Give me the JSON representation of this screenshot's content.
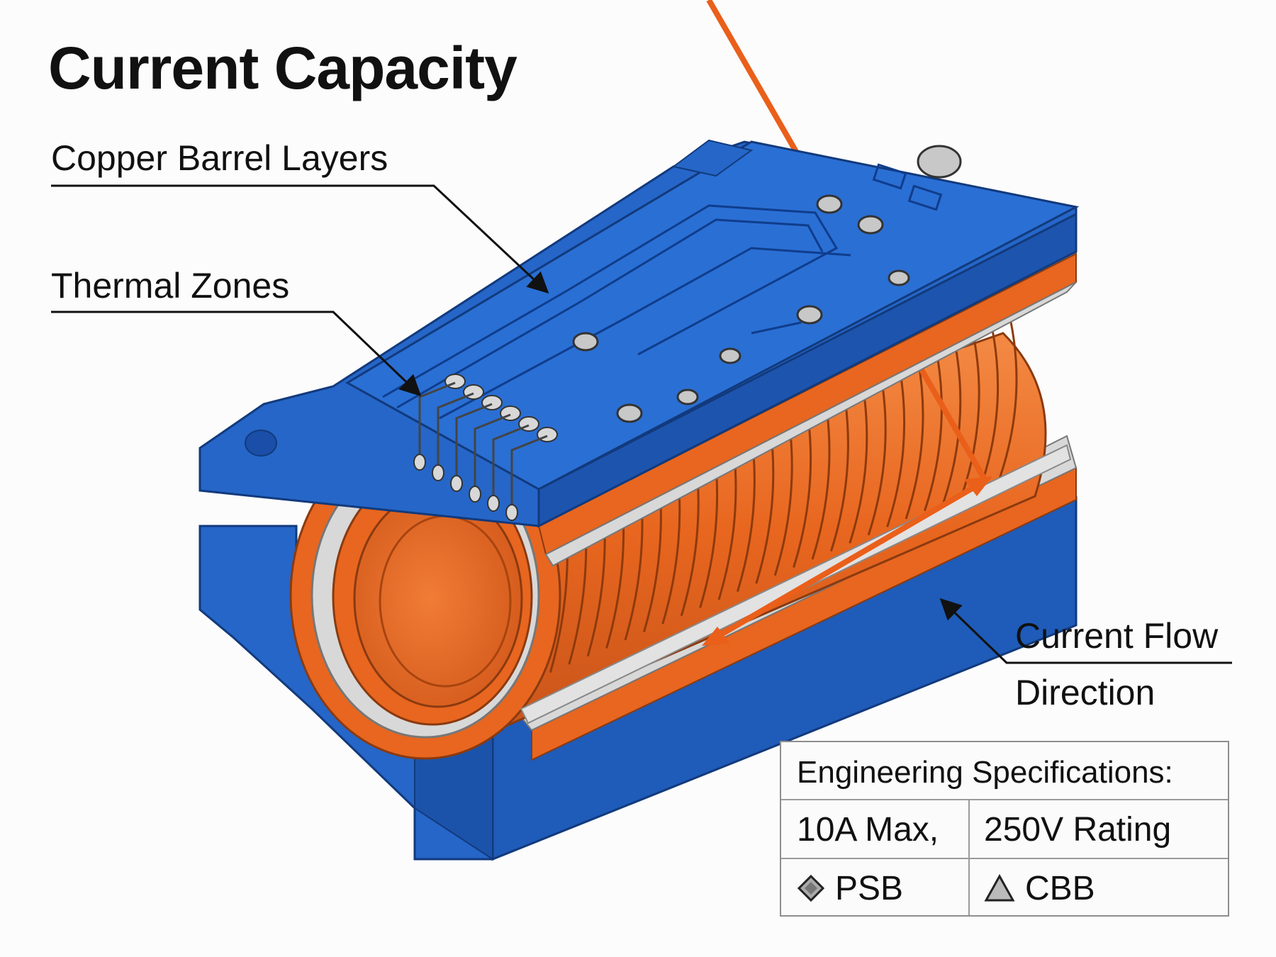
{
  "title": "Current Capacity",
  "labels": {
    "copper_barrel_layers": "Copper Barrel Layers",
    "thermal_zones": "Thermal Zones",
    "current_flow_line1": "Current Flow",
    "current_flow_line2": "Direction"
  },
  "specs": {
    "heading": "Engineering Specifications:",
    "row1": [
      "10A Max,",
      "250V Rating"
    ],
    "row2": [
      {
        "symbol": "diamond-icon",
        "text": "PSB"
      },
      {
        "symbol": "triangle-icon",
        "text": "CBB"
      }
    ]
  },
  "colors": {
    "pcb_blue": "#2566c8",
    "pcb_blue_dark": "#1a4ea8",
    "copper_orange": "#e8661f",
    "copper_dark": "#b84a14",
    "insulator_gray": "#d8d8d8",
    "arrow_orange": "#ea5f1a"
  }
}
